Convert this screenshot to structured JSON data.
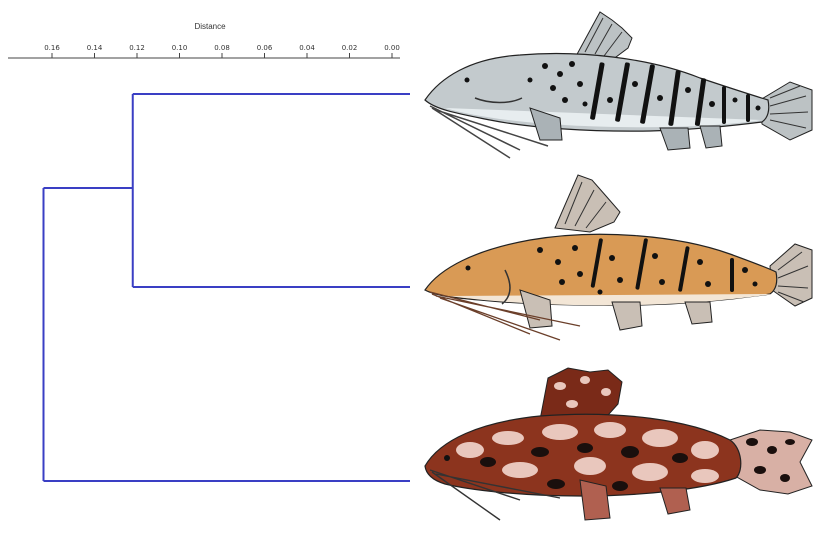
{
  "axis": {
    "title": "Distance",
    "ticks": [
      0.16,
      0.14,
      0.12,
      0.1,
      0.08,
      0.06,
      0.04,
      0.02,
      0.0
    ],
    "tick_labels": [
      "0.16",
      "0.14",
      "0.12",
      "0.10",
      "0.08",
      "0.06",
      "0.04",
      "0.02",
      "0.00"
    ],
    "reversed": true
  },
  "dendrogram": {
    "line_color": "#3a3fc4",
    "leaves": [
      "leaf-1",
      "leaf-2",
      "leaf-3"
    ],
    "merges": [
      {
        "children": [
          "leaf-1",
          "leaf-2"
        ],
        "height": 0.122
      },
      {
        "children": [
          "cluster-1-2",
          "leaf-3"
        ],
        "height": 0.164
      }
    ]
  },
  "illustrations": [
    {
      "icon": "grey-striped-catfish-icon",
      "colors": {
        "body": "#b9c1c4",
        "belly": "#e6ecee",
        "spots": "#1c1c1c"
      }
    },
    {
      "icon": "orange-spotted-catfish-icon",
      "colors": {
        "body": "#d99a55",
        "belly": "#f3e6d6",
        "spots": "#1c1c1c"
      }
    },
    {
      "icon": "mottled-brown-catfish-icon",
      "colors": {
        "body": "#7a2a18",
        "belly": "#e9c7bd",
        "spots": "#1a0f0d"
      }
    }
  ]
}
